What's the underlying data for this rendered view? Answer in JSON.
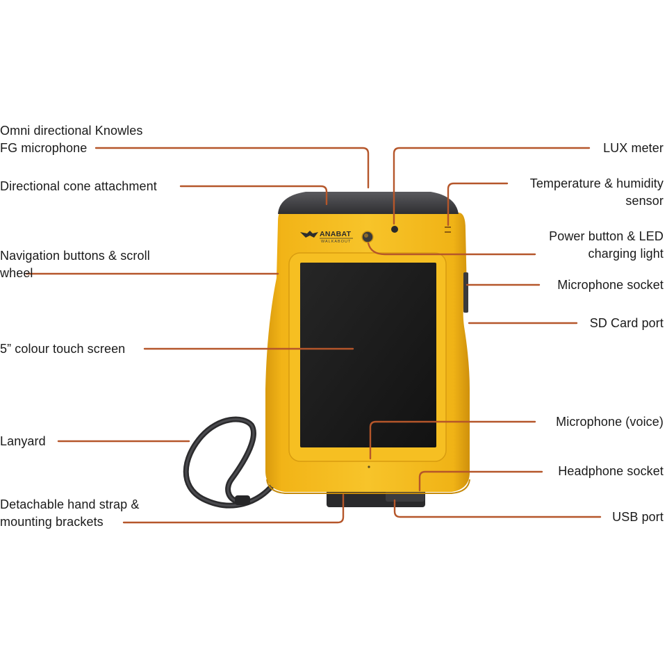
{
  "colors": {
    "leader": "#b5562a",
    "body_yellow": "#f4b81c",
    "body_dark": "#3f3f42",
    "screen": "#1b1b1b",
    "text": "#1a1a1a"
  },
  "device": {
    "brand": "ANABAT",
    "model": "WALKABOUT"
  },
  "labels": {
    "omni_mic": [
      "Omni directional Knowles",
      "FG microphone"
    ],
    "cone": [
      "Directional cone attachment"
    ],
    "nav": [
      "Navigation buttons & scroll",
      "wheel"
    ],
    "screen": [
      "5” colour touch screen"
    ],
    "lanyard": [
      "Lanyard"
    ],
    "strap": [
      "Detachable hand strap &",
      "mounting brackets"
    ],
    "lux": [
      "LUX meter"
    ],
    "temp": [
      "Temperature & humidity",
      "sensor"
    ],
    "power": [
      "Power button & LED",
      "charging light"
    ],
    "mic_socket": [
      "Microphone socket"
    ],
    "sd": [
      "SD Card port"
    ],
    "mic_voice": [
      "Microphone (voice)"
    ],
    "headphone": [
      "Headphone socket"
    ],
    "usb": [
      "USB port"
    ]
  }
}
